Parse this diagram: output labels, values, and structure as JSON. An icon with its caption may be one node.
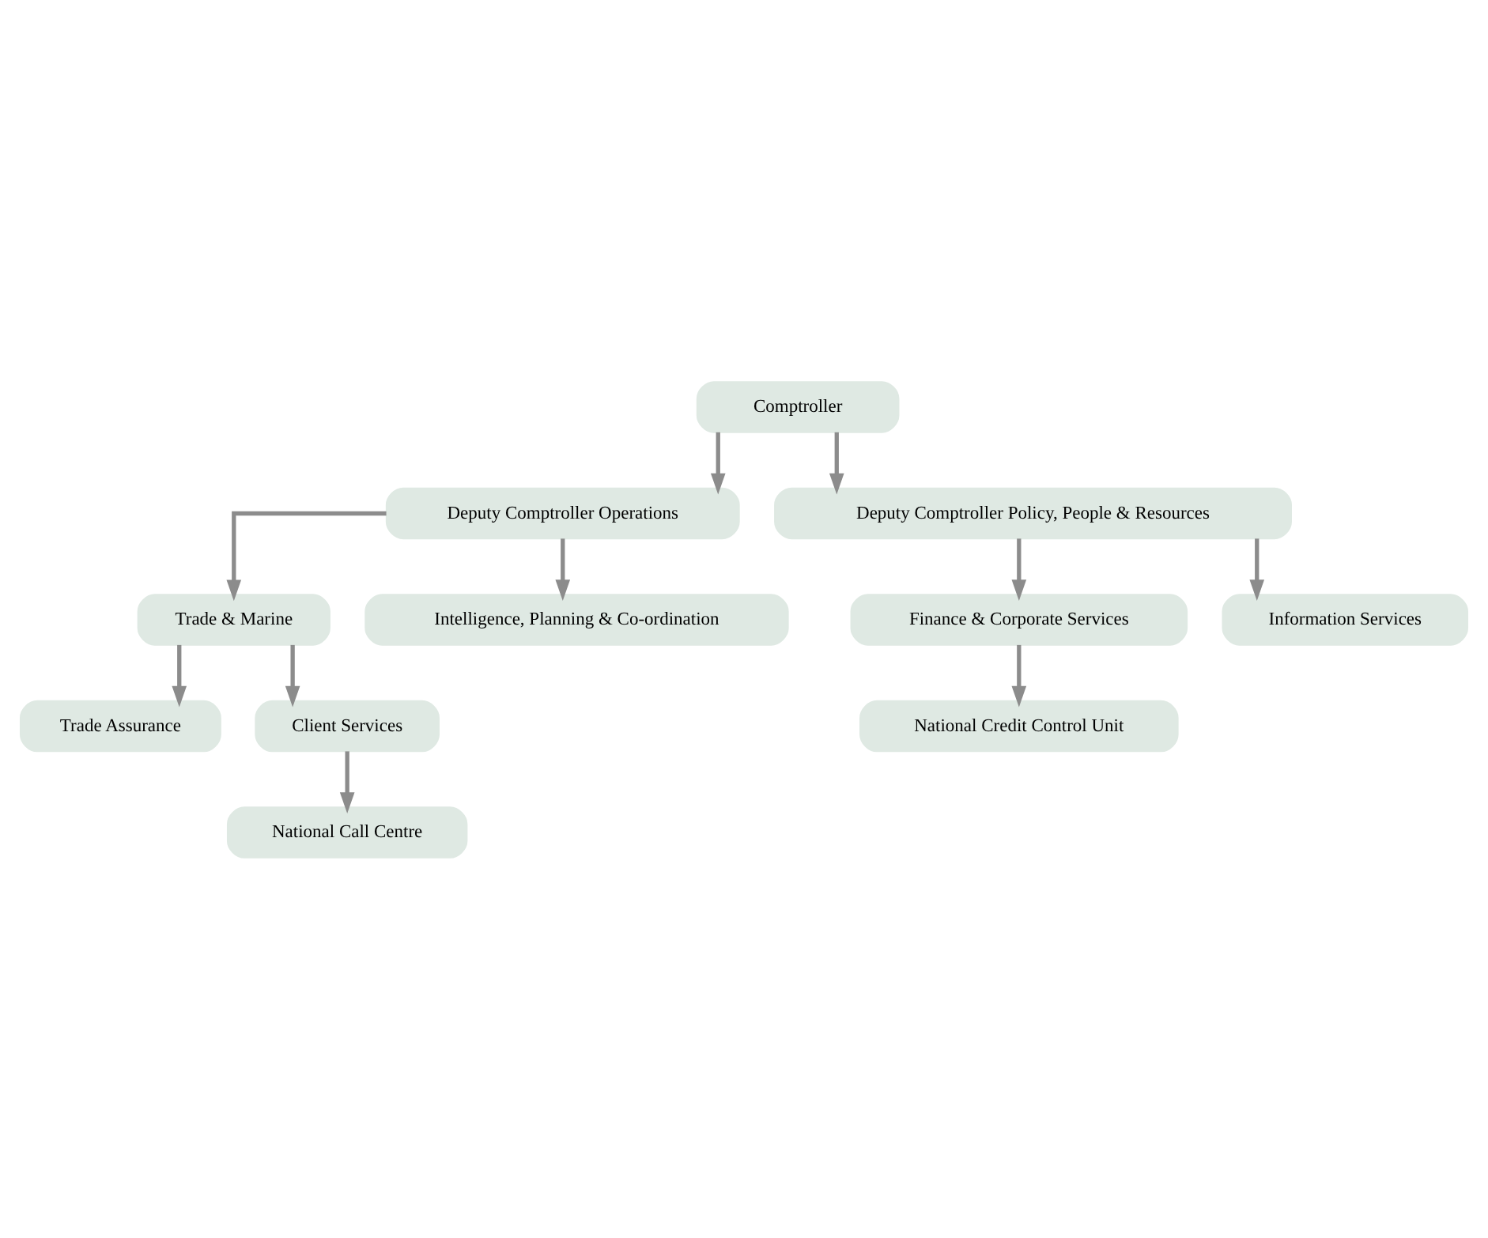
{
  "diagram": {
    "nodes": [
      {
        "text": [
          "Comptroller"
        ]
      },
      {
        "text": [
          "Deputy Comptroller Operations"
        ]
      },
      {
        "text": [
          "Deputy Comptroller Policy, People & Resources"
        ]
      },
      {
        "text": [
          "Trade & Marine"
        ]
      },
      {
        "text": [
          "Intelligence, Planning & Co-ordination"
        ]
      },
      {
        "text": [
          "Finance & Corporate Services"
        ]
      },
      {
        "text": [
          "Information Services"
        ]
      },
      {
        "text": [
          "Trade Assurance"
        ]
      },
      {
        "text": [
          "Client Services"
        ]
      },
      {
        "text": [
          "National Call Centre"
        ]
      },
      {
        "text": [
          "National Credit Control Unit"
        ]
      }
    ],
    "edges": [
      {
        "from": 0,
        "to": 1,
        "arrow": "to"
      },
      {
        "from": 0,
        "to": 2,
        "arrow": "to"
      },
      {
        "from": 1,
        "to": 3,
        "arrow": "to"
      },
      {
        "from": 1,
        "to": 4,
        "arrow": "to"
      },
      {
        "from": 2,
        "to": 5,
        "arrow": "to"
      },
      {
        "from": 2,
        "to": 6,
        "arrow": "to"
      },
      {
        "from": 3,
        "to": 7,
        "arrow": "to"
      },
      {
        "from": 3,
        "to": 8,
        "arrow": "to"
      },
      {
        "from": 8,
        "to": 9,
        "arrow": "to"
      },
      {
        "from": 5,
        "to": 10,
        "arrow": "to"
      }
    ]
  }
}
